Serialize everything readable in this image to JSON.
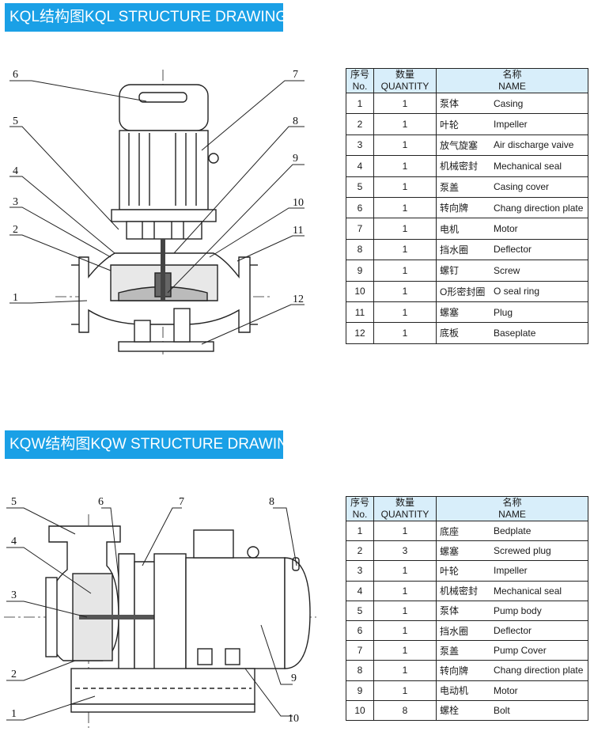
{
  "section1": {
    "title": "KQL结构图KQL STRUCTURE DRAWING",
    "callouts": [
      "1",
      "2",
      "3",
      "4",
      "5",
      "6",
      "7",
      "8",
      "9",
      "10",
      "11",
      "12"
    ],
    "table": {
      "headers": {
        "no_cn": "序号",
        "no_en": "No.",
        "qty_cn": "数量",
        "qty_en": "QUANTITY",
        "name_cn": "名称",
        "name_en": "NAME"
      },
      "rows": [
        {
          "no": "1",
          "qty": "1",
          "cn": "泵体",
          "en": "Casing"
        },
        {
          "no": "2",
          "qty": "1",
          "cn": "叶轮",
          "en": "Impeller"
        },
        {
          "no": "3",
          "qty": "1",
          "cn": "放气旋塞",
          "en": "Air discharge vaive"
        },
        {
          "no": "4",
          "qty": "1",
          "cn": "机械密封",
          "en": "Mechanical seal"
        },
        {
          "no": "5",
          "qty": "1",
          "cn": "泵盖",
          "en": "Casing cover"
        },
        {
          "no": "6",
          "qty": "1",
          "cn": "转向牌",
          "en": "Chang direction plate"
        },
        {
          "no": "7",
          "qty": "1",
          "cn": "电机",
          "en": "Motor"
        },
        {
          "no": "8",
          "qty": "1",
          "cn": "挡水圈",
          "en": "Deflector"
        },
        {
          "no": "9",
          "qty": "1",
          "cn": "螺钉",
          "en": "Screw"
        },
        {
          "no": "10",
          "qty": "1",
          "cn": "O形密封圈",
          "en": "O seal ring"
        },
        {
          "no": "11",
          "qty": "1",
          "cn": "螺塞",
          "en": "Plug"
        },
        {
          "no": "12",
          "qty": "1",
          "cn": "底板",
          "en": "Baseplate"
        }
      ]
    }
  },
  "section2": {
    "title": "KQW结构图KQW STRUCTURE DRAWING",
    "callouts": [
      "1",
      "2",
      "3",
      "4",
      "5",
      "6",
      "7",
      "8",
      "9",
      "10"
    ],
    "table": {
      "headers": {
        "no_cn": "序号",
        "no_en": "No.",
        "qty_cn": "数量",
        "qty_en": "QUANTITY",
        "name_cn": "名称",
        "name_en": "NAME"
      },
      "rows": [
        {
          "no": "1",
          "qty": "1",
          "cn": "底座",
          "en": "Bedplate"
        },
        {
          "no": "2",
          "qty": "3",
          "cn": "螺塞",
          "en": "Screwed plug"
        },
        {
          "no": "3",
          "qty": "1",
          "cn": "叶轮",
          "en": "Impeller"
        },
        {
          "no": "4",
          "qty": "1",
          "cn": "机械密封",
          "en": "Mechanical seal"
        },
        {
          "no": "5",
          "qty": "1",
          "cn": "泵体",
          "en": "Pump body"
        },
        {
          "no": "6",
          "qty": "1",
          "cn": "挡水圈",
          "en": "Deflector"
        },
        {
          "no": "7",
          "qty": "1",
          "cn": "泵盖",
          "en": "Pump Cover"
        },
        {
          "no": "8",
          "qty": "1",
          "cn": "转向牌",
          "en": "Chang direction plate"
        },
        {
          "no": "9",
          "qty": "1",
          "cn": "电动机",
          "en": "Motor"
        },
        {
          "no": "10",
          "qty": "8",
          "cn": "螺栓",
          "en": "Bolt"
        }
      ]
    }
  }
}
